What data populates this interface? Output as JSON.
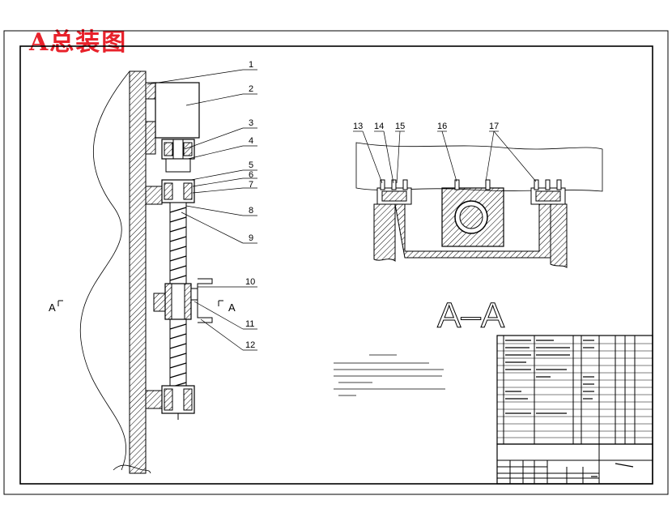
{
  "drawing": {
    "title": "A总装图",
    "section_label": "A–A",
    "view_marker_left": "A",
    "view_marker_right": "A"
  },
  "callouts_left": [
    "1",
    "2",
    "3",
    "4",
    "5",
    "6",
    "7",
    "8",
    "9",
    "10",
    "11",
    "12"
  ],
  "callouts_right": [
    "13",
    "14",
    "15",
    "16",
    "17"
  ],
  "colors": {
    "line": "#000000",
    "title_red": "#e8222b",
    "hatch": "#000000"
  }
}
